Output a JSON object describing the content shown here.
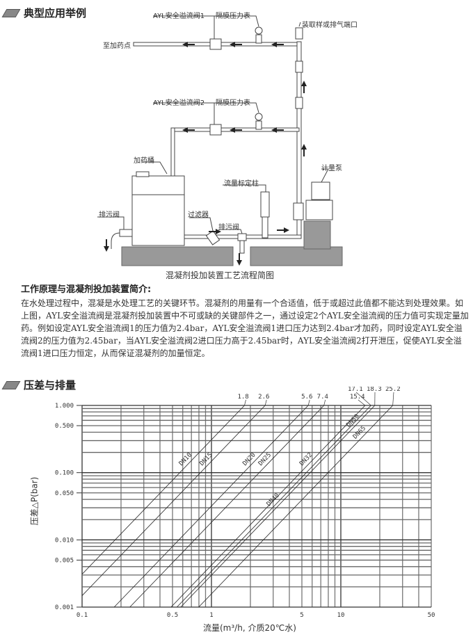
{
  "section1": {
    "title": "典型应用举例"
  },
  "diagram": {
    "valve1_label": "AYL安全溢流阀1",
    "gauge1_label": "隔膜压力表",
    "valve2_label": "AYL安全溢流阀2",
    "gauge2_label": "隔膜压力表",
    "to_dosing_point": "至加药点",
    "sample_port": "装取样或排气端口",
    "tank": "加药桶",
    "pump": "计量泵",
    "flow_column": "流量标定柱",
    "drain_valve_left": "排污阀",
    "filter": "过滤器",
    "drain_valve_mid": "排污阀",
    "caption": "混凝剂投加装置工艺流程简图"
  },
  "intro": {
    "title": "工作原理与混凝剂投加装置简介:",
    "text": "在水处理过程中，混凝是水处理工艺的关键环节。混凝剂的用量有一个合适值，低于或超过此值都不能达到处理效果。如上图，AYL安全溢流阀是混凝剂投加装置中不可或缺的关键部件之一，通过设定2个AYL安全溢流阀的压力值可实现定量加药。例如设定AYL安全溢流阀1的压力值为2.4bar，AYL安全溢流阀1进口压力达到2.4bar才加药，同时设定AYL安全溢流阀2的压力值为2.45bar，当AYL安全溢流阀2进口压力高于2.45bar时，AYL安全溢流阀2打开泄压，促使AYL安全溢流阀1进口压力恒定，从而保证混凝剂的加量恒定。"
  },
  "section2": {
    "title": "压差与排量"
  },
  "chart_data": {
    "type": "line",
    "title": "压差与排量",
    "xlabel": "流量(m³/h, 介质20℃水)",
    "ylabel": "压差△P(bar)",
    "xscale": "log",
    "yscale": "log",
    "xlim": [
      0.1,
      50
    ],
    "ylim": [
      0.001,
      1.0
    ],
    "xticks": [
      {
        "v": 0.1,
        "t": "0.1"
      },
      {
        "v": 0.5,
        "t": "0.5"
      },
      {
        "v": 1,
        "t": "1"
      },
      {
        "v": 5,
        "t": "5"
      },
      {
        "v": 10,
        "t": "10"
      },
      {
        "v": 50,
        "t": "50"
      }
    ],
    "yticks": [
      {
        "v": 1,
        "t": "1.000"
      },
      {
        "v": 0.5,
        "t": "0.500"
      },
      {
        "v": 0.1,
        "t": "0.100"
      },
      {
        "v": 0.05,
        "t": "0.050"
      },
      {
        "v": 0.01,
        "t": "0.010"
      },
      {
        "v": 0.005,
        "t": "0.005"
      },
      {
        "v": 0.001,
        "t": "0.001"
      }
    ],
    "grid": true,
    "series": [
      {
        "name": "DN10",
        "kv": 1.8,
        "kv_label": "1.8"
      },
      {
        "name": "DN15",
        "kv": 2.6,
        "kv_label": "2.6"
      },
      {
        "name": "DN20",
        "kv": 5.6,
        "kv_label": "5.6"
      },
      {
        "name": "DN25",
        "kv": 7.4,
        "kv_label": "7.4"
      },
      {
        "name": "DN32",
        "kv": 15.4,
        "kv_label": "15.4"
      },
      {
        "name": "DN40",
        "kv": 17.1,
        "kv_label": "17.1"
      },
      {
        "name": "DN50",
        "kv": 18.3,
        "kv_label": "18.3"
      },
      {
        "name": "DN65",
        "kv": 25.2,
        "kv_label": "25.2"
      }
    ]
  }
}
